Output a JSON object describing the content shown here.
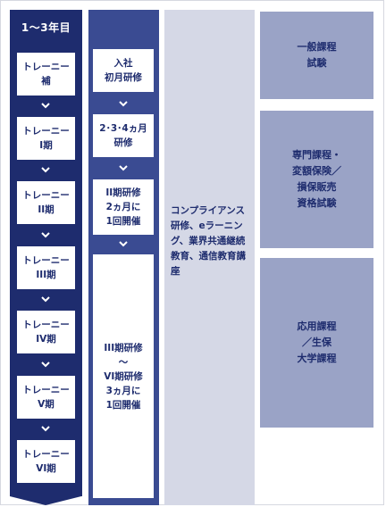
{
  "column1": {
    "header": "1〜3年目",
    "stages": [
      "トレーニー\n補",
      "トレーニー\nI期",
      "トレーニー\nII期",
      "トレーニー\nIII期",
      "トレーニー\nIV期",
      "トレーニー\nV期",
      "トレーニー\nVI期"
    ]
  },
  "column2": {
    "items": [
      "入社\n初月研修",
      "2･3･4ヵ月\n研修",
      "II期研修\n2ヵ月に\n1回開催",
      "III期研修\n〜\nVI期研修\n3ヵ月に\n1回開催"
    ]
  },
  "column3": {
    "text": "コンプライアンス研修、eラーニング、業界共通継続教育、通信教育講座"
  },
  "column4": {
    "items": [
      "一般課程\n試験",
      "専門課程・\n変額保険／\n損保販売\n資格試験",
      "応用課程\n／生保\n大学課程"
    ]
  },
  "colors": {
    "dark_navy": "#1e2c6e",
    "mid_navy": "#3a4b92",
    "light_gray": "#d5d8e6",
    "lavender": "#9aa3c6"
  }
}
